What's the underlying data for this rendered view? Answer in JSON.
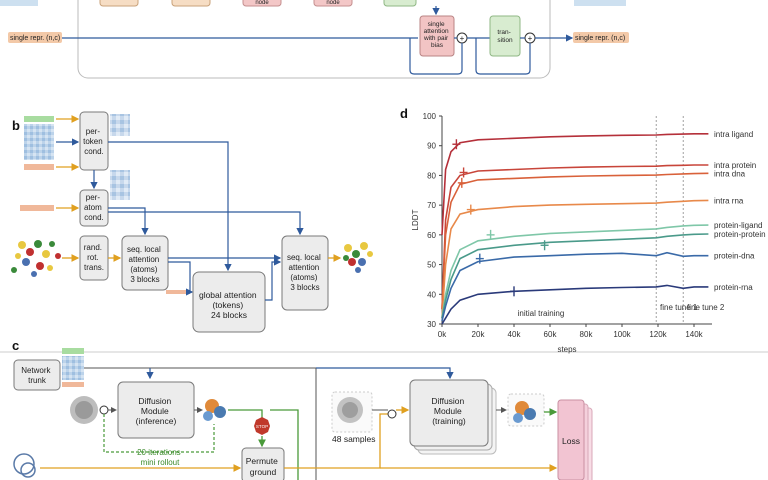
{
  "panel_a": {
    "single_repr_left": "single repr. (n,c)",
    "single_repr_right": "single repr. (n,c)",
    "attention_box": "single attention with pair bias",
    "attention_lines": [
      "single",
      "attention",
      "with pair",
      "bias"
    ],
    "transition_lines": [
      "tran-",
      "sition"
    ],
    "plus": "+",
    "top_box_fragments": [
      "node",
      "node"
    ]
  },
  "panel_b": {
    "label": "b",
    "per_token_lines": [
      "per-",
      "token",
      "cond."
    ],
    "per_atom_lines": [
      "per-",
      "atom",
      "cond."
    ],
    "rand_rot_lines": [
      "rand.",
      "rot.",
      "trans."
    ],
    "seq_local_left_lines": [
      "seq. local",
      "attention",
      "(atoms)",
      "3 blocks"
    ],
    "global_lines": [
      "global attention",
      "(tokens)",
      "24 blocks"
    ],
    "seq_local_right_lines": [
      "seq. local",
      "attention",
      "(atoms)",
      "3 blocks"
    ]
  },
  "panel_c": {
    "label": "c",
    "network_trunk_lines": [
      "Network",
      "trunk"
    ],
    "diffusion_inference_lines": [
      "Diffusion",
      "Module",
      "(inference)"
    ],
    "iterations_lines": [
      "20 iterations",
      "mini rollout"
    ],
    "stop_label": "STOP",
    "permute_lines": [
      "Permute",
      "ground"
    ],
    "samples_label": "48 samples",
    "diffusion_training_lines": [
      "Diffusion",
      "Module",
      "(training)"
    ],
    "loss_label": "Loss"
  },
  "panel_d": {
    "label": "d",
    "chart_data": {
      "type": "line",
      "xlabel": "steps",
      "ylabel": "LDDT",
      "xlim": [
        0,
        150000
      ],
      "ylim": [
        30,
        100
      ],
      "x_ticks": [
        "0k",
        "20k",
        "40k",
        "60k",
        "80k",
        "100k",
        "120k",
        "140k"
      ],
      "y_ticks": [
        "30",
        "40",
        "50",
        "60",
        "70",
        "80",
        "90",
        "100"
      ],
      "phase_lines_x": [
        119000,
        134000
      ],
      "phase_labels": [
        "initial training",
        "fine tune 1",
        "fine tune 2"
      ],
      "x": [
        0,
        2000,
        5000,
        10000,
        20000,
        40000,
        60000,
        80000,
        100000,
        119000,
        125000,
        134000,
        140000,
        148000
      ],
      "series": [
        {
          "name": "intra ligand",
          "color": "#b5303a",
          "values": [
            60,
            82,
            88,
            91,
            92,
            92.5,
            93,
            93.3,
            93.5,
            93.6,
            93.8,
            93.9,
            94,
            94
          ]
        },
        {
          "name": "intra protein",
          "color": "#c8453a",
          "values": [
            35,
            65,
            76,
            80,
            81.5,
            82,
            82.5,
            82.8,
            83,
            83.1,
            83.3,
            83.4,
            83.5,
            83.5
          ]
        },
        {
          "name": "intra dna",
          "color": "#d9613a",
          "values": [
            35,
            60,
            71,
            77,
            78.5,
            79,
            79.5,
            79.8,
            80,
            80.1,
            80.3,
            80.5,
            80.6,
            80.7
          ]
        },
        {
          "name": "intra rna",
          "color": "#e8894a",
          "values": [
            32,
            50,
            62,
            67,
            68.5,
            69.5,
            70,
            70.3,
            70.5,
            70.7,
            71,
            71.3,
            71.5,
            71.6
          ]
        },
        {
          "name": "protein-ligand",
          "color": "#7fc7a8",
          "values": [
            32,
            40,
            48,
            55,
            58,
            59.5,
            60.5,
            61,
            61.5,
            62,
            62.5,
            63,
            63.2,
            63.3
          ]
        },
        {
          "name": "protein-protein",
          "color": "#4a9a8a",
          "values": [
            32,
            38,
            45,
            52,
            55,
            56.5,
            57.5,
            58,
            58.5,
            59,
            59.5,
            60,
            60.2,
            60.3
          ]
        },
        {
          "name": "protein-dna",
          "color": "#3a6aa8",
          "values": [
            31,
            36,
            42,
            48,
            51,
            52.5,
            53,
            53.5,
            53.8,
            53,
            54,
            52.8,
            53,
            53
          ]
        },
        {
          "name": "protein-rna",
          "color": "#2a3a7a",
          "values": [
            30,
            32,
            35,
            38,
            40,
            41,
            41.5,
            42,
            42.3,
            42.5,
            43,
            42,
            42.5,
            42.5
          ]
        }
      ],
      "markers": [
        {
          "series": "intra ligand",
          "x": 8000,
          "y": 90.5
        },
        {
          "series": "intra protein",
          "x": 12000,
          "y": 81
        },
        {
          "series": "intra dna",
          "x": 11000,
          "y": 77.5
        },
        {
          "series": "intra rna",
          "x": 16000,
          "y": 68.5
        },
        {
          "series": "protein-ligand",
          "x": 27000,
          "y": 60
        },
        {
          "series": "protein-protein",
          "x": 57000,
          "y": 56.5
        },
        {
          "series": "protein-dna",
          "x": 21000,
          "y": 52
        },
        {
          "series": "protein-rna",
          "x": 40000,
          "y": 41
        }
      ]
    }
  }
}
